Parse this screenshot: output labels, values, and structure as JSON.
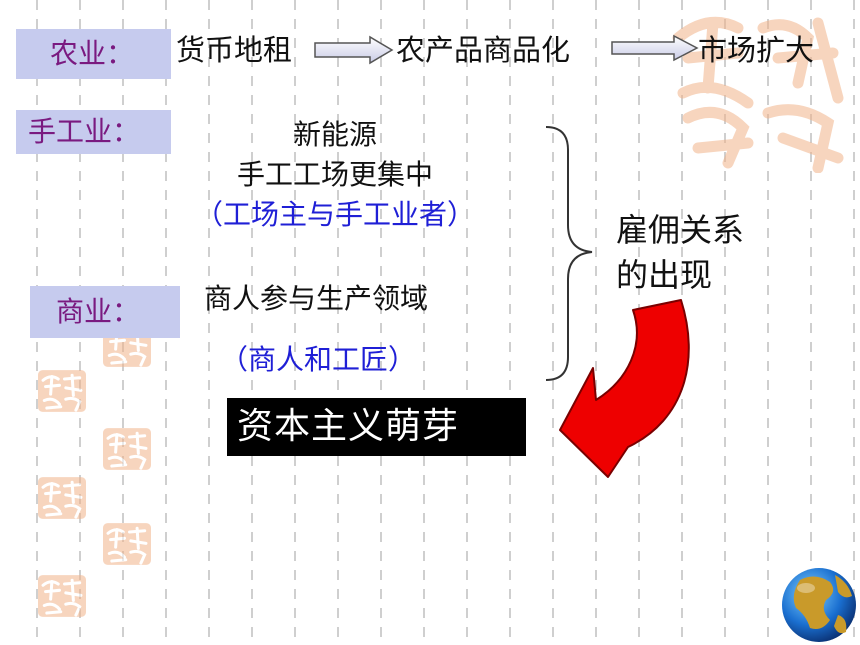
{
  "labels": {
    "agriculture": "农业：",
    "handicraft": "手工业：",
    "commerce": "商业："
  },
  "agriculture_flow": [
    "货币地租",
    "农产品商品化",
    "市场扩大"
  ],
  "handicraft_lines": {
    "line1": "新能源",
    "line2": "手工工场更集中",
    "line3": "（工场主与手工业者）"
  },
  "commerce_lines": {
    "line1": "商人参与生产领域",
    "line2": "（商人和工匠）"
  },
  "employment": {
    "line1": "雇佣关系",
    "line2": "的出现"
  },
  "result": "资本主义萌芽",
  "colors": {
    "label_bg": "#c6cbee",
    "label_text": "#7a1a80",
    "highlight_text": "#1f1fd6",
    "arrow_red": "#ee0000",
    "result_bg": "#000000"
  },
  "icons": [
    "seal-stamp-icon",
    "globe-icon",
    "flow-arrow-icon",
    "curved-red-arrow-icon"
  ]
}
